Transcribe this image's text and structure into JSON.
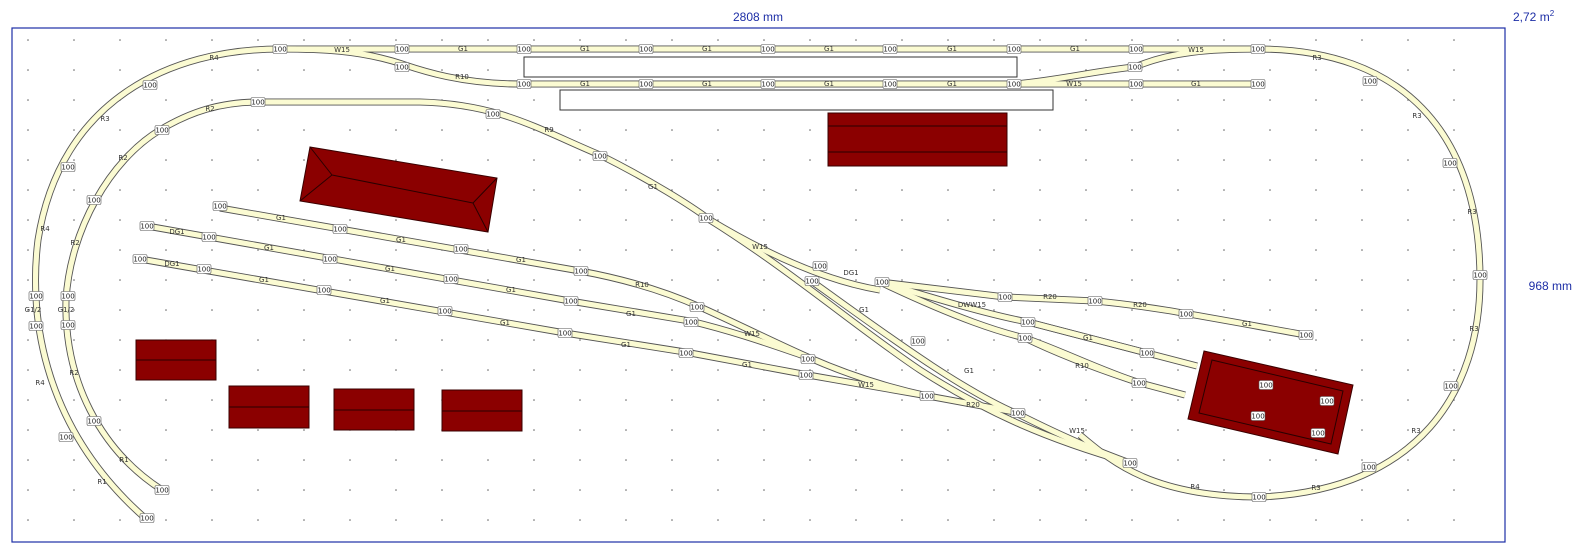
{
  "dimensions": {
    "width": "2808 mm",
    "height": "968 mm",
    "area": "2,72 m",
    "area_exp": "2"
  },
  "colors": {
    "border": "#1d2ea6",
    "rail_fill": "#fbfbd2",
    "rail_edge": "#555555",
    "building": "#8b0000"
  },
  "segment_labels": {
    "straight": "G1",
    "half_straight": "G1/2",
    "double_straight": "DG1",
    "switch": "W15",
    "double_switch": "DWW15",
    "radius_1": "R1",
    "radius_2": "R2",
    "radius_3": "R3",
    "radius_4": "R4",
    "radius_9": "R9",
    "radius_10": "R10",
    "radius_20": "R20"
  },
  "connector_label": "100"
}
